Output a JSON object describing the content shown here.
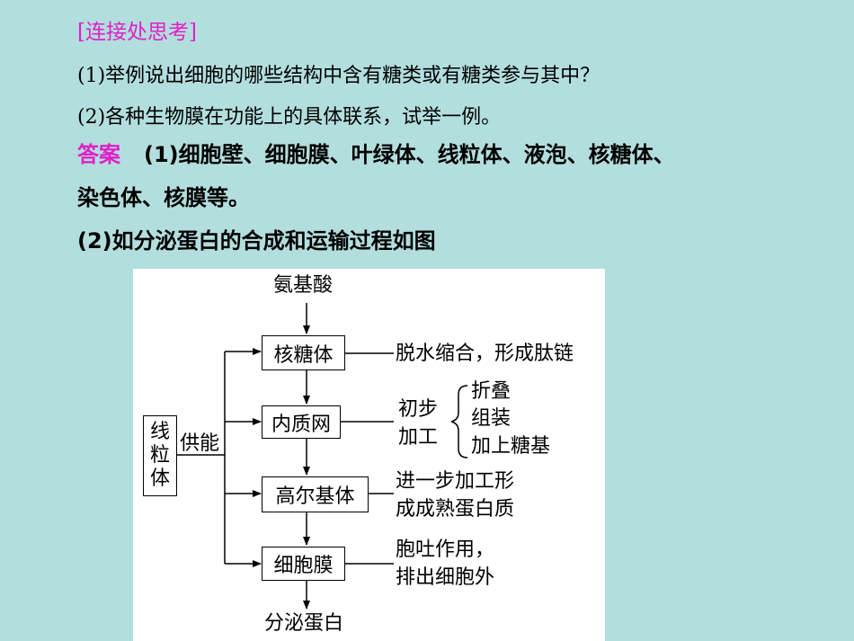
{
  "heading": "[连接处思考]",
  "questions": [
    "(1)举例说出细胞的哪些结构中含有糖类或有糖类参与其中？",
    "(2)各种生物膜在功能上的具体联系，试举一例。"
  ],
  "answer": {
    "label": "答案",
    "line1": "(1)细胞壁、细胞膜、叶绿体、线粒体、液泡、核糖体、",
    "line2": "染色体、核膜等。",
    "line3": "(2)如分泌蛋白的合成和运输过程如图"
  },
  "diagram": {
    "input": "氨基酸",
    "output": "分泌蛋白",
    "mito": [
      "线",
      "粒",
      "体"
    ],
    "energy": "供能",
    "organelles": [
      {
        "name": "核糖体",
        "desc": [
          "脱水缩合，形成肽链"
        ]
      },
      {
        "name": "内质网",
        "desc": []
      },
      {
        "name": "高尔基体",
        "desc": [
          "进一步加工形",
          "成成熟蛋白质"
        ]
      },
      {
        "name": "细胞膜",
        "desc": [
          "胞吐作用，",
          "排出细胞外"
        ]
      }
    ],
    "er_group": [
      "初步",
      "加工"
    ],
    "er_steps": [
      "折叠",
      "组装",
      "加上糖基"
    ]
  }
}
